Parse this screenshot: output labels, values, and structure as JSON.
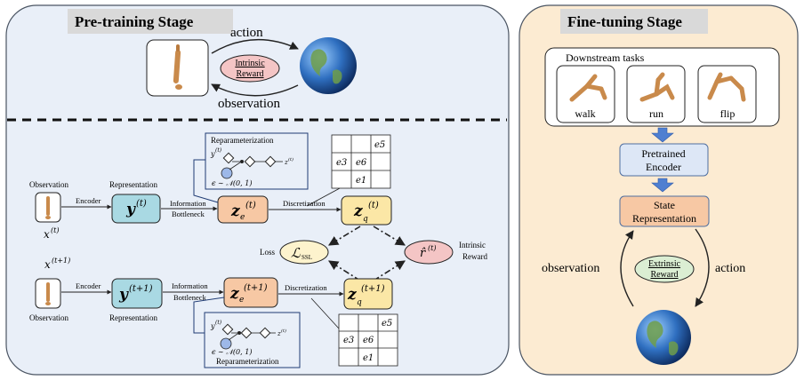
{
  "pretrain": {
    "title": "Pre-training Stage",
    "action": "action",
    "observation": "observation",
    "intrinsic_reward": [
      "Intrinsic",
      "Reward"
    ]
  },
  "pipeline": {
    "observation_label": "Observation",
    "encoder": "Encoder",
    "representation": "Representation",
    "information_bottleneck": [
      "Information",
      "Bottleneck"
    ],
    "discretization": "Discretization",
    "reparameterization": "Reparameterization",
    "loss": "Loss",
    "intrinsic_reward": [
      "Intrinsic",
      "Reward"
    ],
    "x_t": "x",
    "x_t_sup": "(t)",
    "x_t1_sup": "(t+1)",
    "y_t": "y",
    "y_t_sup": "(t)",
    "y_t1_sup": "(t+1)",
    "z_e": "z",
    "z_q": "z",
    "sub_e": "e",
    "sub_q": "q",
    "loss_symbol": "ℒ",
    "loss_sub": "SSL",
    "r_hat": "r̂",
    "r_hat_sup": "(t)",
    "epsilon": "ϵ ∼ 𝒩(0, 1)",
    "codebook": [
      "e5",
      "e3",
      "e6",
      "e1"
    ]
  },
  "finetune": {
    "title": "Fine-tuning Stage",
    "downstream_tasks": "Downstream tasks",
    "tasks": [
      "walk",
      "run",
      "flip"
    ],
    "pretrained_encoder": [
      "Pretrained",
      "Encoder"
    ],
    "state_representation": [
      "State",
      "Representation"
    ],
    "observation": "observation",
    "action": "action",
    "extrinsic_reward": [
      "Extrinsic",
      "Reward"
    ]
  },
  "colors": {
    "pretrain_bg": "#e9eff8",
    "finetune_bg": "#fcebd2",
    "title_band": "#d9d9d9",
    "y_node": "#a9d9e3",
    "z_node": "#f7c8a4",
    "zq_node": "#fbe7a6",
    "loss_node": "#fdf3cd",
    "reward_node": "#f4c5c5",
    "encoder_node": "#dde7f6",
    "arrow_blue": "#4f7fd1",
    "extrinsic": "#dbeed3"
  }
}
